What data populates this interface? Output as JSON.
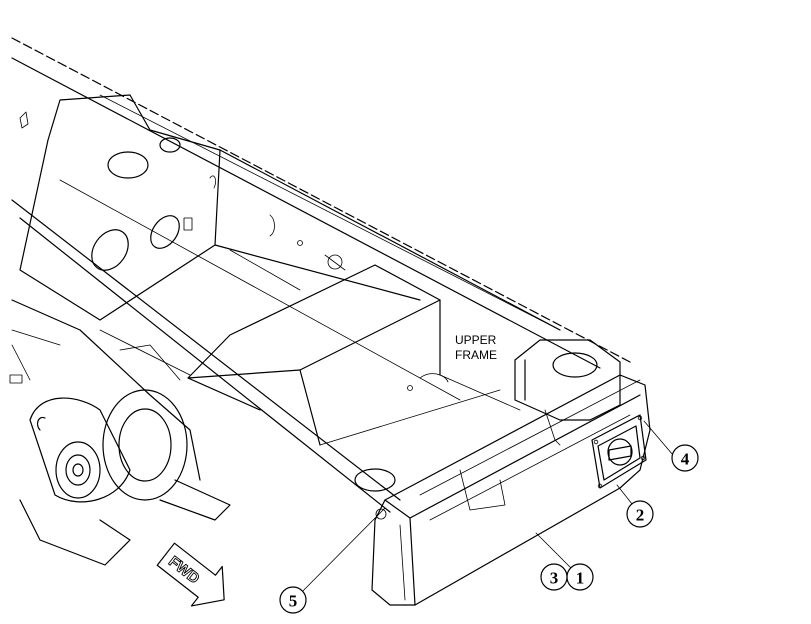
{
  "frame_label": [
    "UPPER",
    "FRAME"
  ],
  "fwd_label": "FWD",
  "callouts": [
    "1",
    "2",
    "3",
    "4",
    "5"
  ]
}
